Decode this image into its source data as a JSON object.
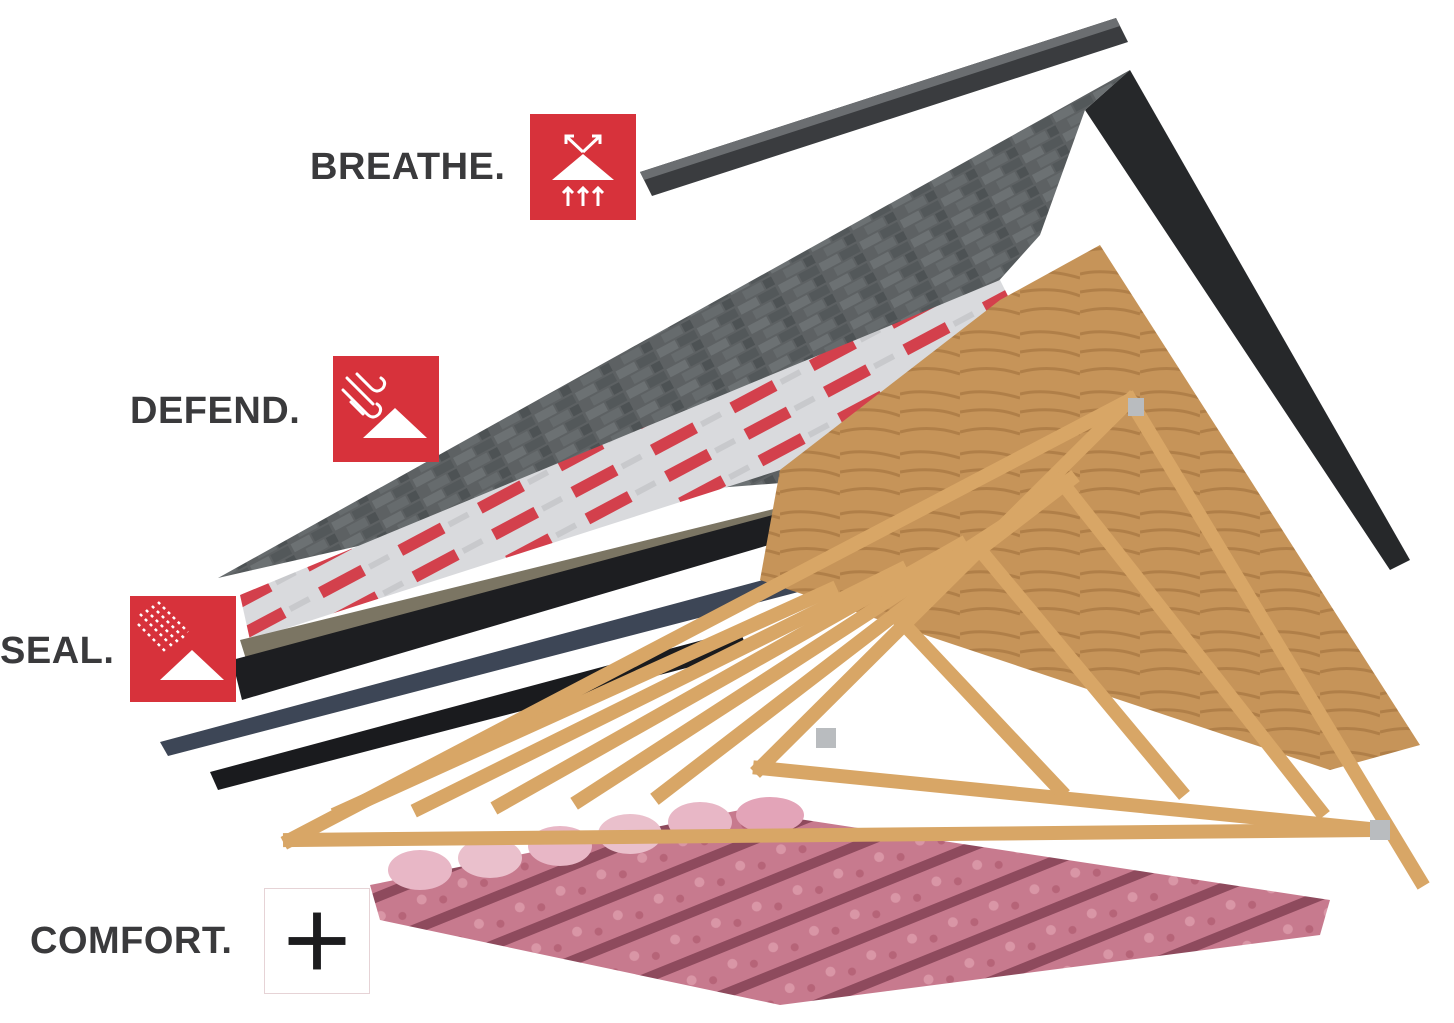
{
  "labels": {
    "breathe": "BREATHE.",
    "defend": "DEFEND.",
    "seal": "SEAL.",
    "comfort": "COMFORT."
  },
  "icons": {
    "breathe": "attic-ventilation-icon",
    "defend": "wind-shingle-icon",
    "seal": "rain-seal-icon",
    "comfort": "plus-icon"
  },
  "colors": {
    "badge_red": "#d7323b",
    "label_text": "#3a3a3c",
    "shingle": "#5b5f61",
    "underlayment_red": "#d94a55",
    "ice_water_shield": "#1e1f22",
    "plywood": "#c99a5e",
    "truss_wood": "#dcab6d",
    "insulation_pink": "#c97a8c"
  }
}
